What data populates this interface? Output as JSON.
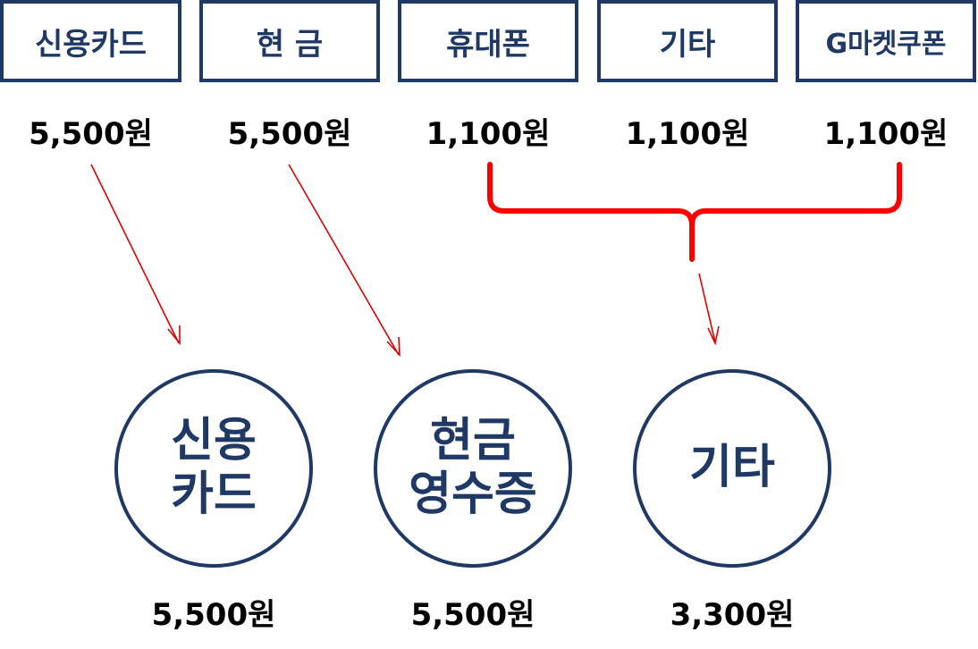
{
  "methods": [
    {
      "label": "신용카드",
      "amount": "5,500원"
    },
    {
      "label": "현 금",
      "amount": "5,500원"
    },
    {
      "label": "휴대폰",
      "amount": "1,100원"
    },
    {
      "label": "기타",
      "amount": "1,100원"
    },
    {
      "label": "G마켓쿠폰",
      "amount": "1,100원"
    }
  ],
  "results": [
    {
      "line1": "신용",
      "line2": "카드",
      "amount": "5,500원"
    },
    {
      "line1": "현금",
      "line2": "영수증",
      "amount": "5,500원"
    },
    {
      "line1": "기타",
      "line2": "",
      "amount": "3,300원"
    }
  ],
  "colors": {
    "navy": "#1f3864",
    "arrow": "#e00000",
    "brace": "#ff0000"
  }
}
